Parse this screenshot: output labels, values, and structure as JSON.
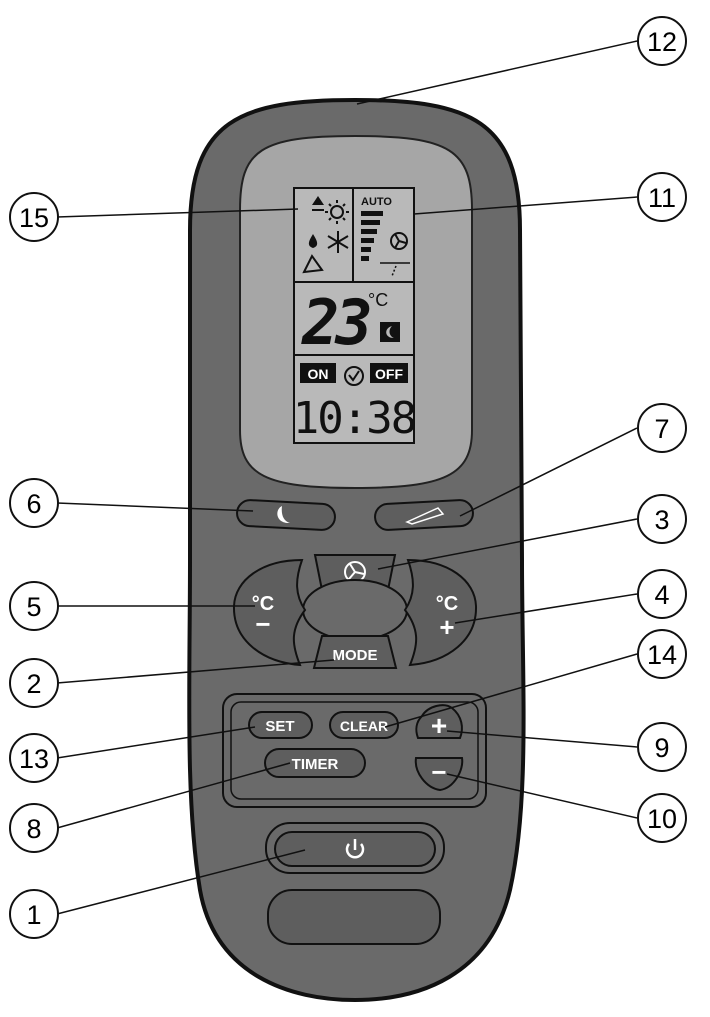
{
  "display": {
    "auto_label": "AUTO",
    "temperature": "23",
    "temp_unit": "°C",
    "timer_on_label": "ON",
    "timer_off_label": "OFF",
    "clock": "10:38"
  },
  "buttons": {
    "mode": "MODE",
    "set": "SET",
    "clear": "CLEAR",
    "timer": "TIMER",
    "temp_unit": "°C",
    "minus": "−",
    "plus": "+"
  },
  "callouts": [
    "1",
    "2",
    "3",
    "4",
    "5",
    "6",
    "7",
    "8",
    "9",
    "10",
    "11",
    "12",
    "13",
    "14",
    "15"
  ],
  "colors": {
    "body": "#6a6a6a",
    "screen_frame": "#a6a6a6",
    "lcd": "#b9b9b9",
    "button": "#5e5e5e"
  }
}
